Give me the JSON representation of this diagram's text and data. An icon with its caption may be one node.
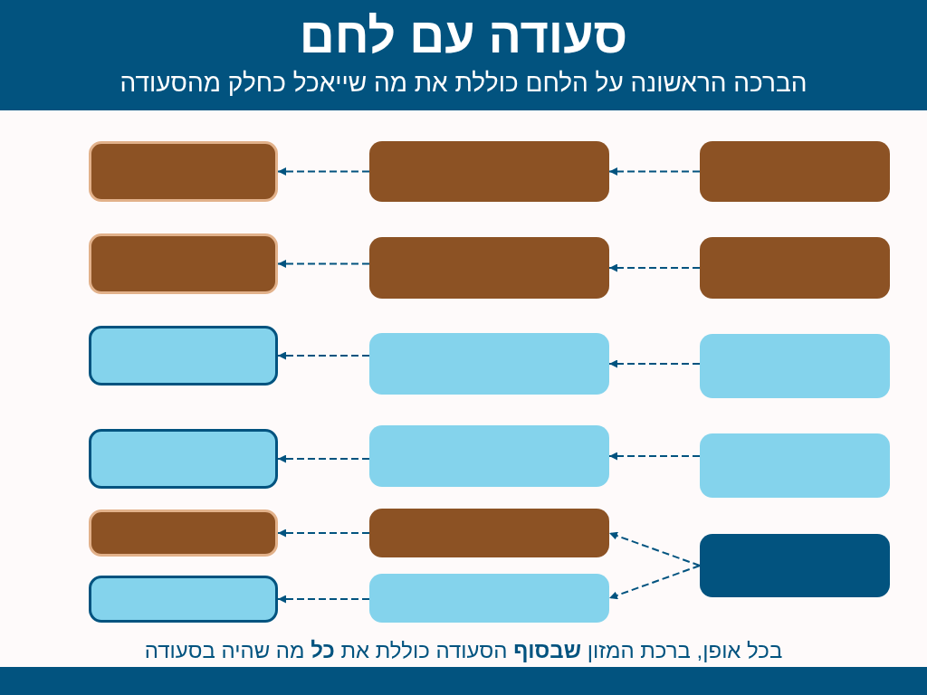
{
  "diagram": {
    "title": "סעודה עם לחם",
    "nodes": [
      {
        "text": [],
        "shape": "box"
      },
      {
        "text": [],
        "shape": "box"
      },
      {
        "text": [],
        "shape": "box"
      },
      {
        "text": [],
        "shape": "box"
      },
      {
        "text": [],
        "shape": "box"
      },
      {
        "text": [],
        "shape": "box"
      },
      {
        "text": [],
        "shape": "box"
      },
      {
        "text": [],
        "shape": "box"
      },
      {
        "text": [],
        "shape": "box"
      },
      {
        "text": [],
        "shape": "box"
      },
      {
        "text": [],
        "shape": "box"
      },
      {
        "text": [],
        "shape": "box"
      },
      {
        "text": [],
        "shape": "box"
      },
      {
        "text": [],
        "shape": "box"
      },
      {
        "text": [],
        "shape": "box"
      },
      {
        "text": [],
        "shape": "box"
      },
      {
        "text": [],
        "shape": "box"
      }
    ],
    "edges": [
      {
        "from": 12,
        "to": 6,
        "arrow": "to",
        "style": "dashed"
      },
      {
        "from": 6,
        "to": 0,
        "arrow": "to",
        "style": "dashed"
      },
      {
        "from": 13,
        "to": 7,
        "arrow": "to",
        "style": "dashed"
      },
      {
        "from": 7,
        "to": 1,
        "arrow": "to",
        "style": "dashed"
      },
      {
        "from": 14,
        "to": 8,
        "arrow": "to",
        "style": "dashed"
      },
      {
        "from": 8,
        "to": 2,
        "arrow": "to",
        "style": "dashed"
      },
      {
        "from": 15,
        "to": 9,
        "arrow": "to",
        "style": "dashed"
      },
      {
        "from": 9,
        "to": 3,
        "arrow": "to",
        "style": "dashed"
      },
      {
        "from": 16,
        "to": 10,
        "arrow": "to",
        "style": "dashed"
      },
      {
        "from": 10,
        "to": 4,
        "arrow": "to",
        "style": "dashed"
      },
      {
        "from": 16,
        "to": 11,
        "arrow": "to",
        "style": "dashed"
      },
      {
        "from": 11,
        "to": 5,
        "arrow": "to",
        "style": "dashed"
      }
    ],
    "labels": [
      "הברכה הראשונה על הלחם כוללת את מה שייאכל כחלק מהסעודה",
      "בכל אופן, ברכת המזון **שבסוף** הסעודה כוללת את **כל** מה שהיה בסעודה"
    ]
  }
}
